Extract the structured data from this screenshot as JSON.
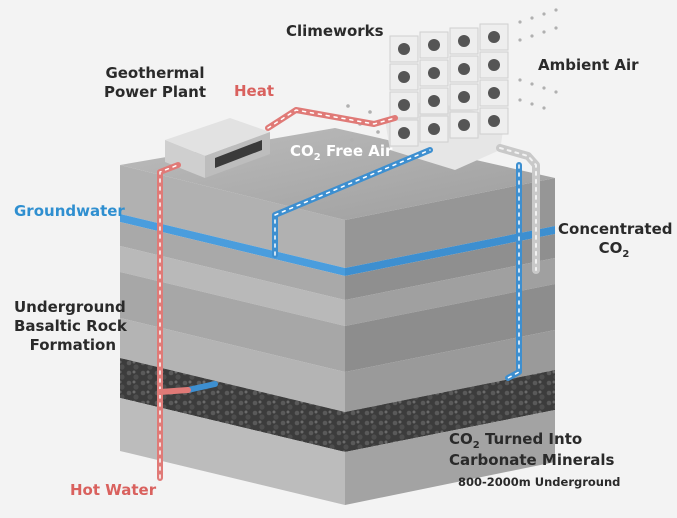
{
  "labels": {
    "climeworks": "Climeworks",
    "ambient_air": "Ambient Air",
    "geothermal_line1": "Geothermal",
    "geothermal_line2": "Power Plant",
    "heat": "Heat",
    "co2_free_air_prefix": "CO",
    "co2_free_air_sub": "2",
    "co2_free_air_suffix": " Free Air",
    "groundwater": "Groundwater",
    "concentrated": "Concentrated",
    "concentrated_co": "CO",
    "concentrated_sub": "2",
    "basalt_line1": "Underground",
    "basalt_line2": "Basaltic Rock",
    "basalt_line3": "Formation",
    "minerals_prefix": "CO",
    "minerals_sub": "2",
    "minerals_line1_suffix": " Turned Into",
    "minerals_line2": "Carbonate Minerals",
    "depth": "800-2000m Underground",
    "hot_water": "Hot Water"
  },
  "colors": {
    "background": "#f3f3f3",
    "text_dark": "#2a2a2a",
    "hot_pipe": "#e07a77",
    "cold_pipe": "#3d8fd0",
    "co2_pipe": "#c9c9c9",
    "groundwater_layer": "#4a9ddd",
    "mineral_layer": "#3a3a3a"
  }
}
